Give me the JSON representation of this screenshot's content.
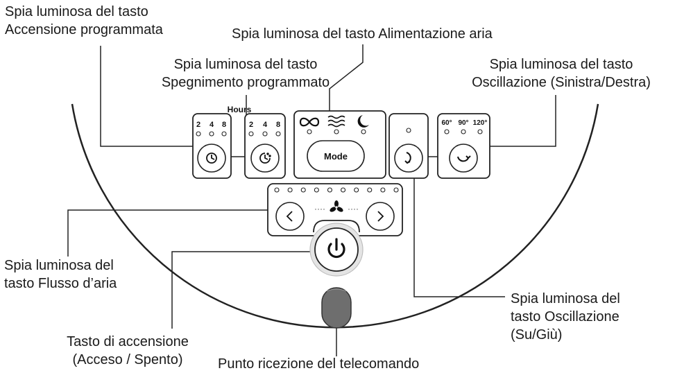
{
  "labels": {
    "timer_on": [
      "Spia luminosa del tasto",
      "Accensione programmata"
    ],
    "timer_off": [
      "Spia luminosa del tasto",
      "Spegnimento programmato"
    ],
    "air_supply": "Spia luminosa del tasto Alimentazione aria",
    "oscillation_lr": [
      "Spia luminosa del tasto",
      "Oscillazione (Sinistra/Destra)"
    ],
    "airflow": [
      "Spia luminosa del",
      "tasto Flusso d’aria"
    ],
    "oscillation_ud": [
      "Spia luminosa del",
      "tasto Oscillazione",
      "(Su/Giù)"
    ],
    "power": [
      "Tasto di accensione",
      "(Acceso / Spento)"
    ],
    "remote_receiver": "Punto ricezione del telecomando"
  },
  "panel": {
    "timer_on_hours": [
      "2",
      "4",
      "8"
    ],
    "hours_caption": "Hours",
    "timer_off_hours": [
      "2",
      "4",
      "8"
    ],
    "mode_label": "Mode",
    "mode_icons": [
      "infinity-icon",
      "wind-icon",
      "moon-icon"
    ],
    "angles": [
      "60°",
      "90°",
      "120°"
    ],
    "airflow_led_count": 10,
    "airflow_dots": "····",
    "airflow_icons": [
      "chevron-left-icon",
      "fan-icon",
      "chevron-right-icon"
    ],
    "power_icon": "power-icon",
    "oscillation_ud_icon": "swing-vertical-icon",
    "oscillation_lr_icon": "swing-horizontal-icon",
    "timer_icons": [
      "timer-on-icon",
      "timer-off-icon"
    ]
  }
}
